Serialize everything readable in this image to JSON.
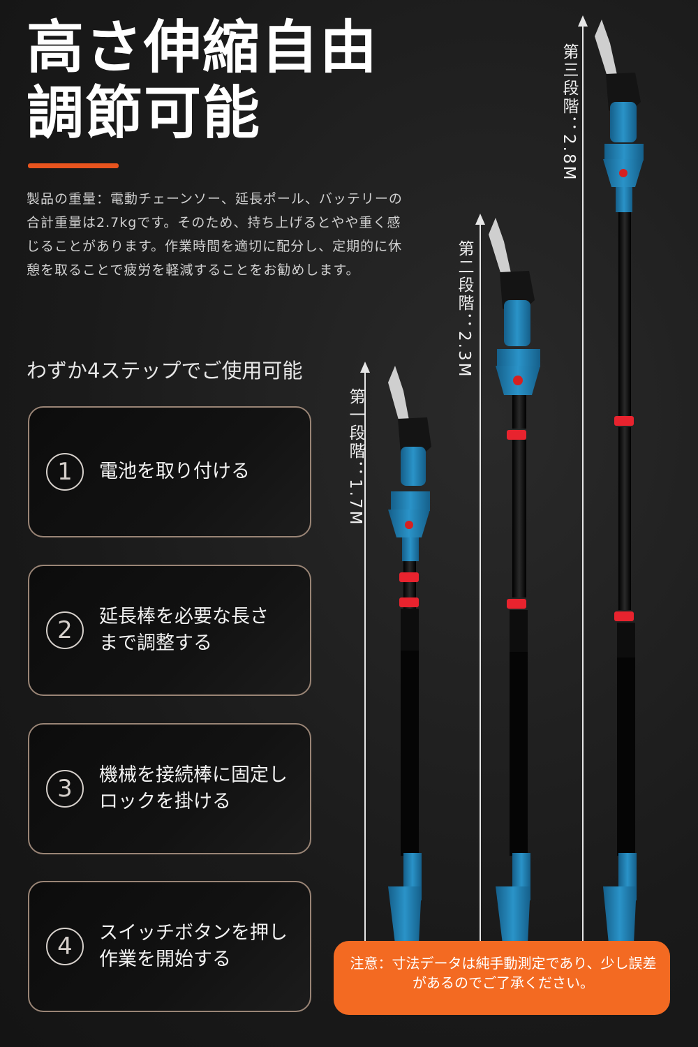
{
  "title_line1": "高さ伸縮自由",
  "title_line2": "調節可能",
  "accent_color": "#e8541e",
  "description": "製品の重量：電動チェーンソー、延長ポール、バッテリーの合計重量は2.7kgです。そのため、持ち上げるとやや重く感じることがあります。作業時間を適切に配分し、定期的に休憩を取ることで疲労を軽減することをお勧めします。",
  "steps_heading": "わずか4ステップでご使用可能",
  "steps": [
    {
      "num": "1",
      "text": "電池を取り付ける"
    },
    {
      "num": "2",
      "text": "延長棒を必要な長さ\nまで調整する"
    },
    {
      "num": "3",
      "text": "機械を接続棒に固定し\nロックを掛ける"
    },
    {
      "num": "4",
      "text": "スイッチボタンを押し\n作業を開始する"
    }
  ],
  "stages": [
    {
      "label": "第一段階：1.7M"
    },
    {
      "label": "第二段階：2.3M"
    },
    {
      "label": "第三段階：2.8M"
    }
  ],
  "note": "注意：寸法データは純手動測定であり、少し誤差があるのでご了承ください。",
  "colors": {
    "tool_blue": "#1f7fb3",
    "grip_red": "#e8232e",
    "pole_black": "#0a0a0a",
    "note_orange": "#f36a22"
  }
}
